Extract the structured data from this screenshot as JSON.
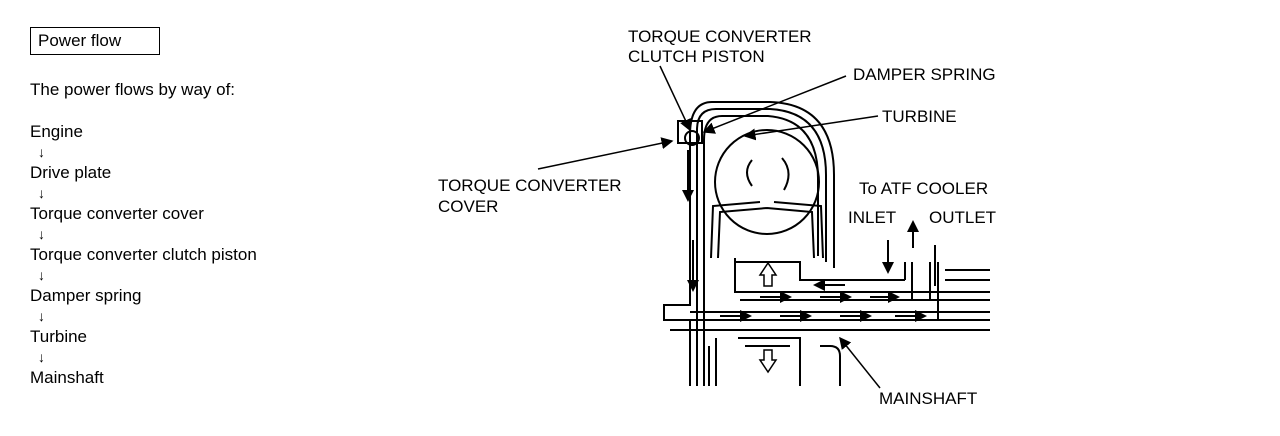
{
  "header": {
    "title": "Power flow"
  },
  "intro": "The power flows by way of:",
  "flow": {
    "steps": [
      "Engine",
      "Drive plate",
      "Torque converter cover",
      "Torque converter clutch piston",
      "Damper spring",
      "Turbine",
      "Mainshaft"
    ],
    "arrow": "↓"
  },
  "labels": {
    "clutch_piston": [
      "TORQUE CONVERTER",
      "CLUTCH PISTON"
    ],
    "damper_spring": "DAMPER SPRING",
    "turbine": "TURBINE",
    "cover": [
      "TORQUE CONVERTER",
      "COVER"
    ],
    "atf_cooler": "To ATF COOLER",
    "inlet": "INLET",
    "outlet": "OUTLET",
    "mainshaft": "MAINSHAFT"
  }
}
